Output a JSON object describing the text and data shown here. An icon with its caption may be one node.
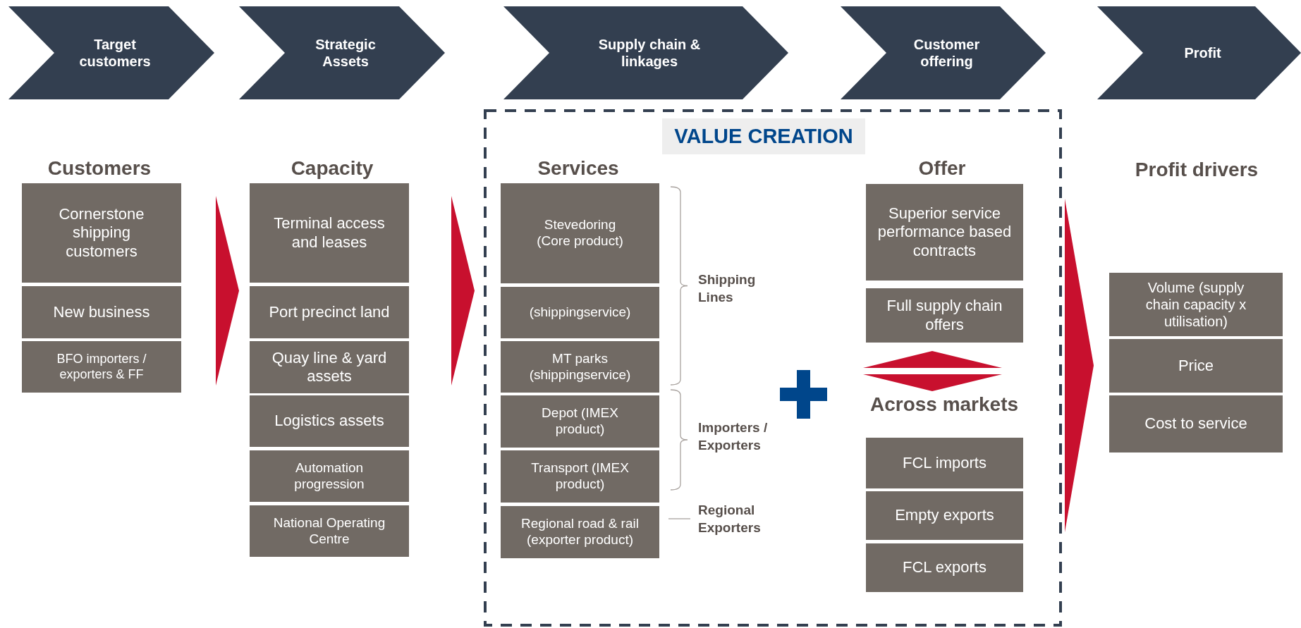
{
  "diagram": {
    "nodes": [
      {
        "text": [
          "Target customers"
        ]
      },
      {
        "text": [
          "Strategic Assets"
        ]
      },
      {
        "text": [
          "Supply chain & linkages"
        ]
      },
      {
        "text": [
          "Customer offering"
        ]
      },
      {
        "text": [
          "Profit"
        ]
      },
      {
        "text": [
          "Cornerstone shipping customers"
        ]
      },
      {
        "text": [
          "New business"
        ]
      },
      {
        "text": [
          "BFO importers / exporters & FF"
        ]
      },
      {
        "text": [
          "Terminal access and leases"
        ]
      },
      {
        "text": [
          "Port precinct land"
        ]
      },
      {
        "text": [
          "Quay line & yard assets"
        ]
      },
      {
        "text": [
          "Logistics assets"
        ]
      },
      {
        "text": [
          "Automation progression"
        ]
      },
      {
        "text": [
          "National Operating Centre"
        ]
      },
      {
        "text": [
          "VALUE CREATION"
        ]
      },
      {
        "text": [
          "Stevedoring (Core product)"
        ],
        "in": 14
      },
      {
        "text": [
          "(shippingservice)"
        ],
        "in": 14
      },
      {
        "text": [
          "MT parks (shippingservice)"
        ],
        "in": 14
      },
      {
        "text": [
          "Depot (IMEX product)"
        ],
        "in": 14
      },
      {
        "text": [
          "Transport (IMEX product)"
        ],
        "in": 14
      },
      {
        "text": [
          "Regional road & rail (exporter product)"
        ],
        "in": 14
      },
      {
        "text": [
          "Superior service performance based contracts"
        ],
        "in": 14
      },
      {
        "text": [
          "Full supply chain offers"
        ],
        "in": 14
      },
      {
        "text": [
          "FCL imports"
        ],
        "in": 14
      },
      {
        "text": [
          "Empty exports"
        ],
        "in": 14
      },
      {
        "text": [
          "FCL exports"
        ],
        "in": 14
      },
      {
        "text": [
          "Volume (supply chain capacity  x utilisation)"
        ]
      },
      {
        "text": [
          "Price"
        ]
      },
      {
        "text": [
          "Cost to service"
        ]
      },
      {
        "text": [],
        "shape": "triangle"
      },
      {
        "text": [],
        "shape": "triangle"
      },
      {
        "text": [],
        "shape": "triangle"
      }
    ],
    "labels": [
      "Customers",
      "Capacity",
      "Services",
      "Offer",
      "Profit drivers",
      "Shipping Lines",
      "Importers / Exporters",
      "Regional Exporters",
      "Across markets"
    ]
  }
}
